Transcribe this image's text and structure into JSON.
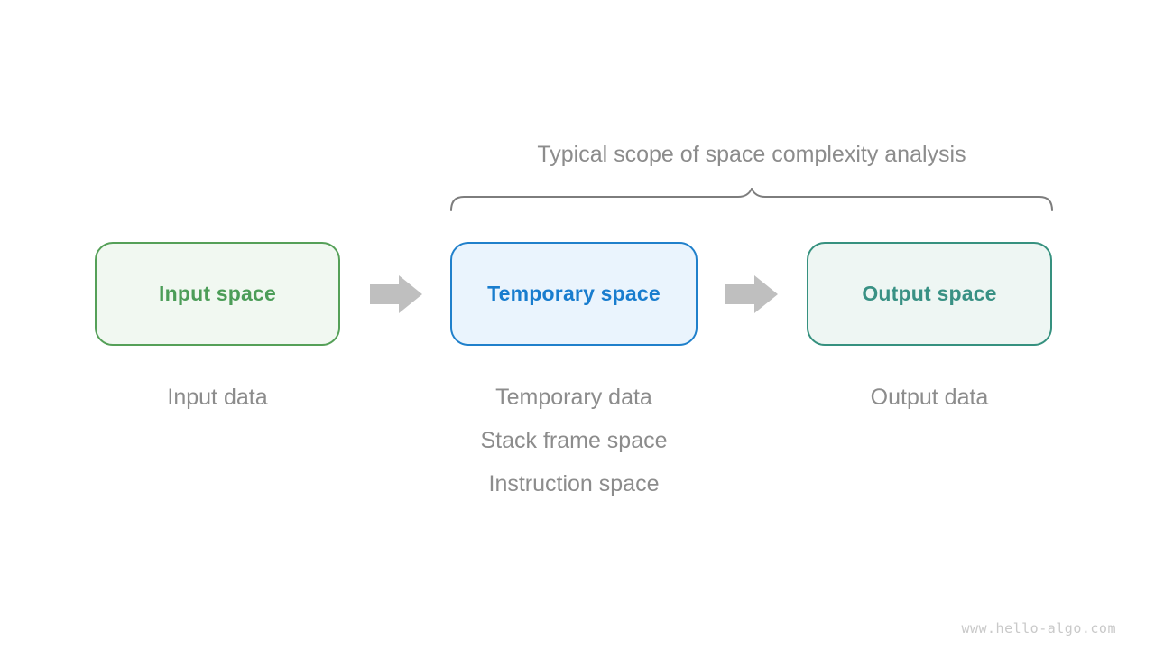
{
  "page": {
    "background": "#ffffff",
    "watermark_text": "www.hello-algo.com",
    "watermark_color": "#c9c9c9"
  },
  "diagram": {
    "title": "Typical scope of space complexity analysis",
    "title_color": "#8c8c8c",
    "brace_color": "#7d7d7d",
    "arrow_color": "#bfbfbf",
    "caption_color": "#8c8c8c",
    "boxes": [
      {
        "label": "Input space",
        "text_color": "#4c9d58",
        "border_color": "#55a058",
        "fill_color": "#f1f8f1"
      },
      {
        "label": "Temporary space",
        "text_color": "#197dce",
        "border_color": "#2080cb",
        "fill_color": "#eaf4fd"
      },
      {
        "label": "Output space",
        "text_color": "#399184",
        "border_color": "#36917f",
        "fill_color": "#eef6f3"
      }
    ],
    "captions": {
      "input": [
        "Input data"
      ],
      "temporary": [
        "Temporary data",
        "Stack frame space",
        "Instruction space"
      ],
      "output": [
        "Output data"
      ]
    }
  }
}
